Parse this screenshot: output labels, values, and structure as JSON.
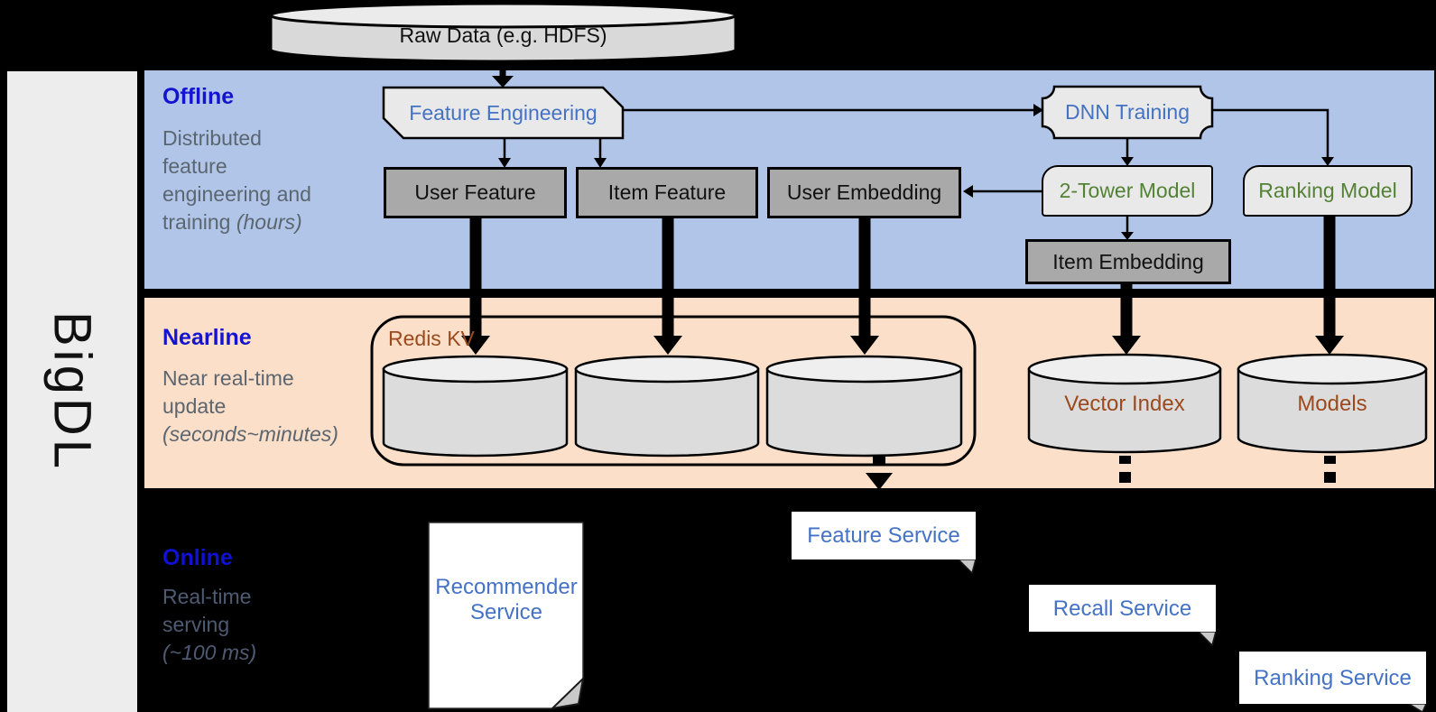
{
  "brand": {
    "name": "BigDL"
  },
  "source": {
    "label": "Raw Data (e.g. HDFS)"
  },
  "layers": {
    "offline": {
      "title": "Offline",
      "desc": "Distributed feature engineering and training",
      "desc_note": "(hours)"
    },
    "nearline": {
      "title": "Nearline",
      "desc": "Near real-time update",
      "desc_note": "(seconds~minutes)"
    },
    "online": {
      "title": "Online",
      "desc": "Real-time serving",
      "desc_note": "(~100 ms)"
    }
  },
  "nodes": {
    "feature_engineering": "Feature Engineering",
    "dnn_training": "DNN Training",
    "user_feature": "User Feature",
    "item_feature": "Item Feature",
    "user_embedding": "User Embedding",
    "two_tower_model": "2-Tower Model",
    "ranking_model": "Ranking Model",
    "item_embedding": "Item Embedding",
    "redis_kv": "Redis KV",
    "vector_index": "Vector Index",
    "models": "Models",
    "recommender_service": "Recommender Service",
    "feature_service": "Feature Service",
    "recall_service": "Recall Service",
    "ranking_service": "Ranking Service"
  },
  "colors": {
    "offline_band": "#b0c5e8",
    "nearline_band": "#fbdfc8",
    "background": "#000000",
    "sidebar": "#ededed",
    "layer_title_blue": "#1414d0",
    "node_text_blue": "#4472c4",
    "model_text_green": "#548235",
    "storage_text_brown": "#9a4a1e",
    "gray_node_fill": "#a9a9a9",
    "light_node_fill": "#e9e9e9"
  }
}
